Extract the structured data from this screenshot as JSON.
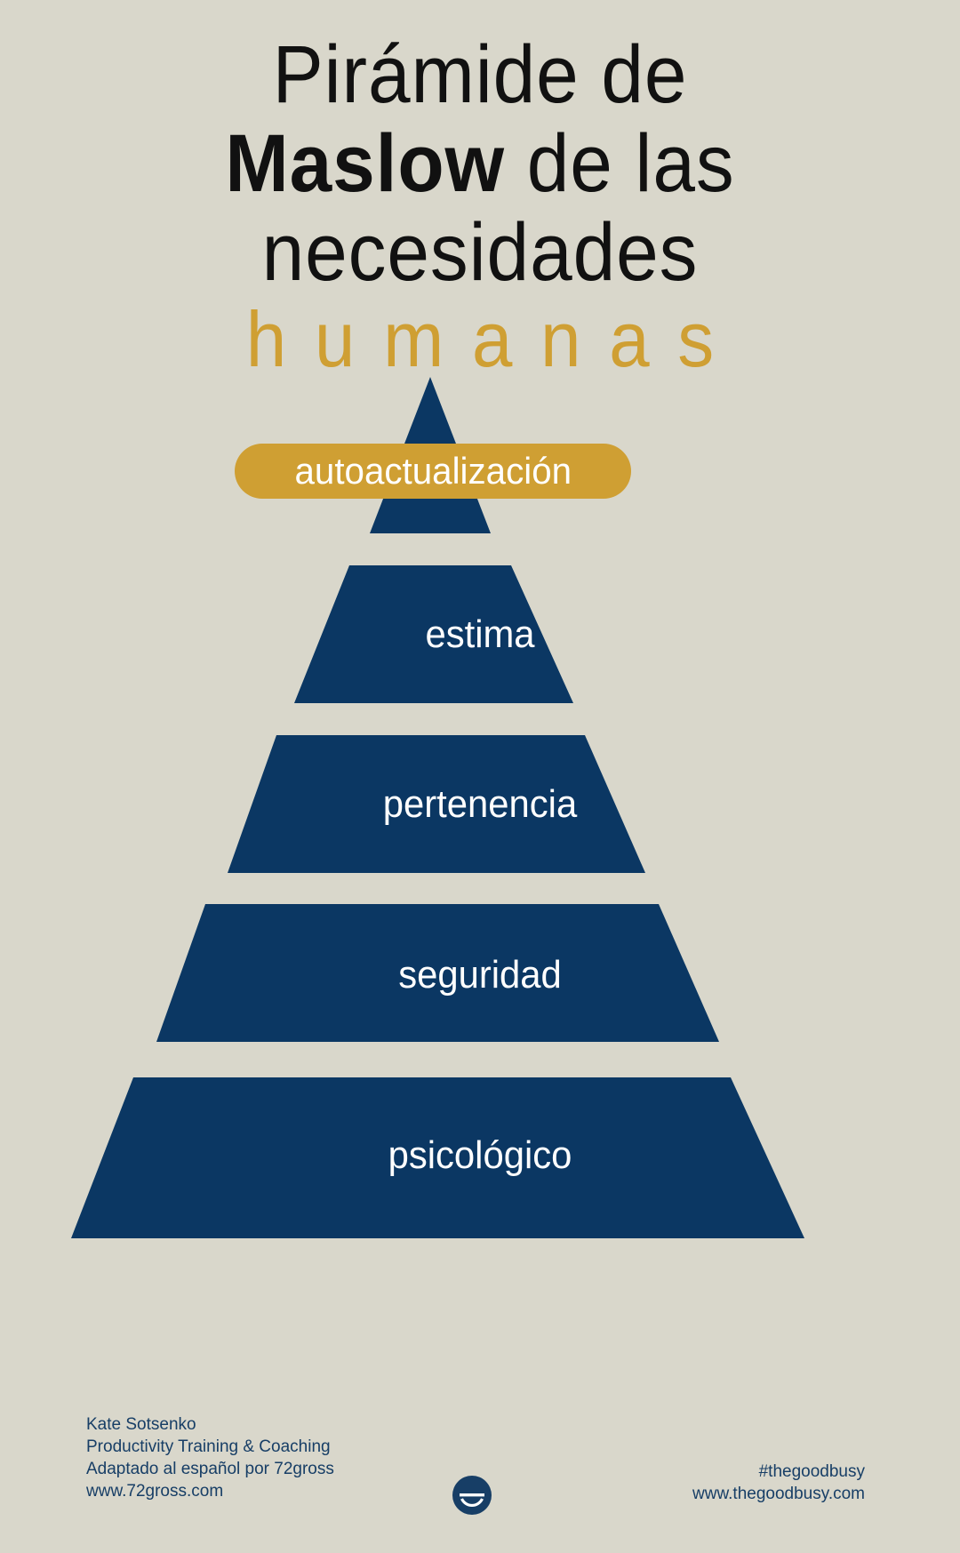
{
  "poster": {
    "background_color": "#d9d7cb",
    "navy": "#0b3763",
    "gold": "#cf9f33",
    "footer_text_color": "#173e66"
  },
  "title": {
    "line1": "Pirámide  de",
    "line2_bold": "Maslow",
    "line2_rest": " de las",
    "line3": "necesidades",
    "line4_accent": "humanas"
  },
  "pyramid": {
    "tiers": [
      {
        "id": "autoactualizacion",
        "label": "autoactualización",
        "level": 5,
        "style": "pill",
        "color": "#cf9f33",
        "text_color": "#ffffff"
      },
      {
        "id": "estima",
        "label": "estima",
        "level": 4,
        "style": "trapezoid",
        "color": "#0b3763",
        "text_color": "#ffffff"
      },
      {
        "id": "pertenencia",
        "label": "pertenencia",
        "level": 3,
        "style": "trapezoid",
        "color": "#0b3763",
        "text_color": "#ffffff"
      },
      {
        "id": "seguridad",
        "label": "seguridad",
        "level": 2,
        "style": "trapezoid",
        "color": "#0b3763",
        "text_color": "#ffffff"
      },
      {
        "id": "psicologico",
        "label": "psicológico",
        "level": 1,
        "style": "trapezoid",
        "color": "#0b3763",
        "text_color": "#ffffff"
      }
    ]
  },
  "footer": {
    "left": {
      "line1": "Kate Sotsenko",
      "line2": "Productivity Training & Coaching",
      "line3": "Adaptado al español por 72gross",
      "line4": "www.72gross.com"
    },
    "logo": {
      "icon_name": "thegoodbusy-circle-logo",
      "color": "#173e66"
    },
    "right": {
      "line1": "#thegoodbusy",
      "line2": "www.thegoodbusy.com"
    }
  },
  "chart_data": {
    "type": "pyramid",
    "title": "Pirámide de Maslow de las necesidades humanas",
    "categories": [
      "psicológico",
      "seguridad",
      "pertenencia",
      "estima",
      "autoactualización"
    ],
    "levels": [
      1,
      2,
      3,
      4,
      5
    ],
    "values": [
      5,
      4,
      3,
      2,
      1
    ],
    "orientation": "bottom-to-top",
    "legend": "none",
    "notes": "Five-level hierarchy of needs; base is widest, apex is narrowest. Top level is highlighted in gold."
  }
}
